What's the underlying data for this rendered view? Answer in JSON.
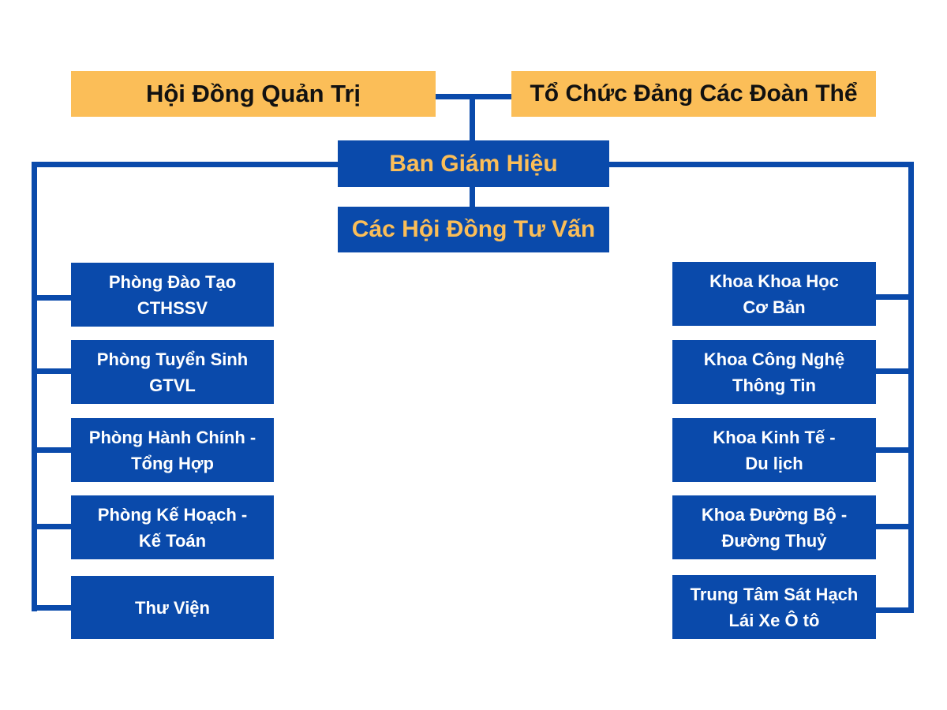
{
  "colors": {
    "blue": "#0A4AAB",
    "gold": "#FBBE58",
    "white": "#FFFFFF"
  },
  "top": {
    "board": "Hội Đồng Quản Trị",
    "party": "Tổ Chức Đảng Các Đoàn Thể"
  },
  "center": {
    "rectorate": "Ban Giám Hiệu",
    "advisory": "Các Hội Đồng Tư Vấn"
  },
  "left_units": [
    "Phòng Đào Tạo\nCTHSSV",
    "Phòng Tuyển Sinh\nGTVL",
    "Phòng Hành Chính -\nTổng Hợp",
    "Phòng Kế Hoạch -\nKế Toán",
    "Thư Viện"
  ],
  "right_units": [
    "Khoa Khoa Học\nCơ Bản",
    "Khoa Công Nghệ\nThông Tin",
    "Khoa Kinh Tế -\nDu lịch",
    "Khoa Đường Bộ -\nĐường Thuỷ",
    "Trung Tâm Sát Hạch\nLái Xe Ô tô"
  ]
}
